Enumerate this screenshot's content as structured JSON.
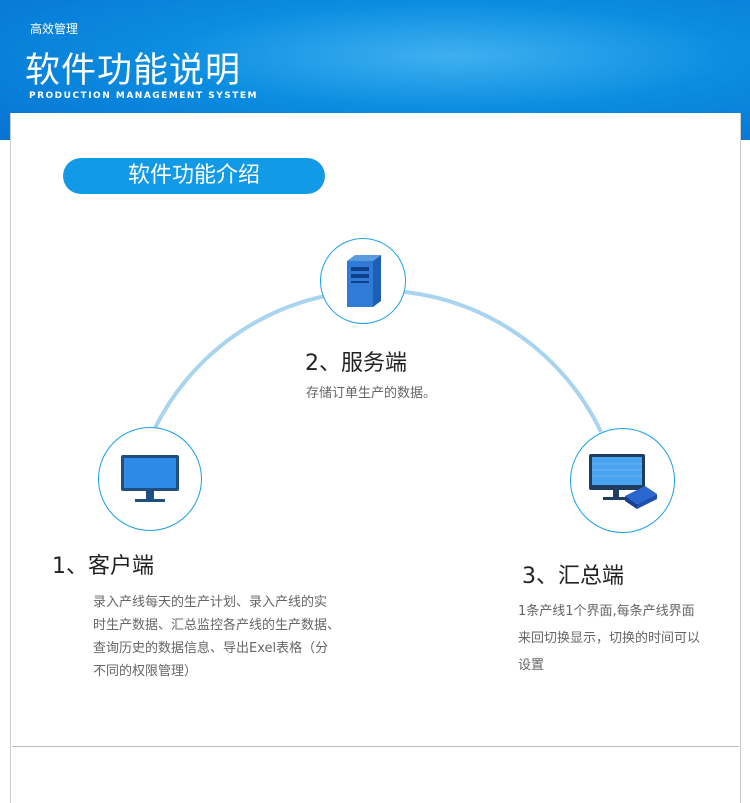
{
  "header": {
    "small_title": "高效管理",
    "title": "软件功能说明",
    "subtitle": "PRODUCTION MANAGEMENT SYSTEM"
  },
  "section": {
    "pill_label": "软件功能介绍"
  },
  "items": [
    {
      "title": "1、客户端",
      "icon": "monitor-icon",
      "desc": [
        "录入产线每天的生产计划、录入产线的实",
        "时生产数据、汇总监控各产线的生产数据、",
        "查询历史的数据信息、导出Exel表格（分",
        "不同的权限管理）"
      ]
    },
    {
      "title": "2、服务端",
      "icon": "server-icon",
      "desc": [
        "存储订单生产的数据。"
      ]
    },
    {
      "title": "3、汇总端",
      "icon": "monitor-with-box-icon",
      "desc": [
        "1条产线1个界面,每条产线界面",
        "来回切换显示，切换的时间可以",
        "设置"
      ]
    }
  ],
  "colors": {
    "accent": "#129ae6",
    "arc": "#a8d4ef"
  }
}
